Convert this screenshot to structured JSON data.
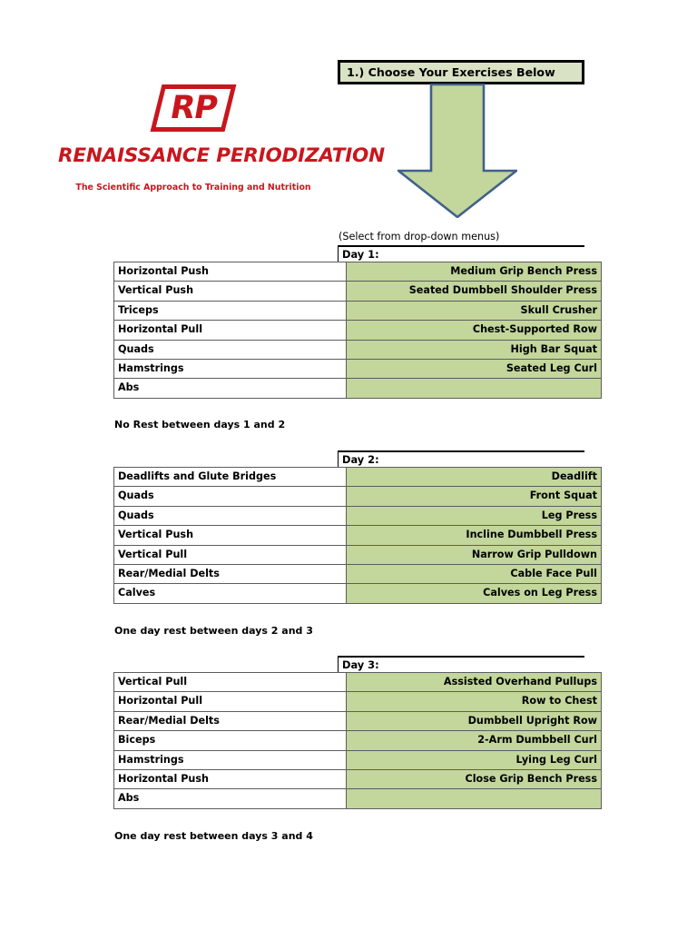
{
  "logo": {
    "mark_text": "RP",
    "wordmark": "RENAISSANCE PERIODIZATION",
    "tagline": "The Scientific Approach to Training and Nutrition",
    "brand_color": "#c9161d"
  },
  "callout": {
    "label": "1.) Choose Your Exercises Below",
    "background_color": "#d9e2c4",
    "border_color": "#000000"
  },
  "arrow": {
    "fill_color": "#c3d69b",
    "stroke_color": "#40618a",
    "direction": "down"
  },
  "hint": {
    "text": "(Select from drop-down menus)"
  },
  "theme": {
    "exercise_cell_color": "#c3d69b",
    "category_cell_color": "#ffffff",
    "grid_line_color": "#5d5d5d",
    "outer_border_color": "#000000"
  },
  "days": [
    {
      "header": "Day 1:",
      "rows": [
        {
          "category": "Horizontal Push",
          "exercise": "Medium Grip Bench Press"
        },
        {
          "category": "Vertical Push",
          "exercise": "Seated Dumbbell Shoulder Press"
        },
        {
          "category": "Triceps",
          "exercise": "Skull Crusher"
        },
        {
          "category": "Horizontal Pull",
          "exercise": "Chest-Supported Row"
        },
        {
          "category": "Quads",
          "exercise": "High Bar Squat"
        },
        {
          "category": "Hamstrings",
          "exercise": "Seated Leg Curl"
        },
        {
          "category": "Abs",
          "exercise": ""
        }
      ]
    },
    {
      "header": "Day 2:",
      "rows": [
        {
          "category": "Deadlifts and Glute Bridges",
          "exercise": "Deadlift"
        },
        {
          "category": "Quads",
          "exercise": "Front Squat"
        },
        {
          "category": "Quads",
          "exercise": "Leg Press"
        },
        {
          "category": "Vertical Push",
          "exercise": "Incline Dumbbell Press"
        },
        {
          "category": "Vertical Pull",
          "exercise": "Narrow Grip Pulldown"
        },
        {
          "category": "Rear/Medial Delts",
          "exercise": "Cable Face Pull"
        },
        {
          "category": "Calves",
          "exercise": "Calves on Leg Press"
        }
      ]
    },
    {
      "header": "Day 3:",
      "rows": [
        {
          "category": "Vertical Pull",
          "exercise": "Assisted Overhand Pullups"
        },
        {
          "category": "Horizontal Pull",
          "exercise": "Row to Chest"
        },
        {
          "category": "Rear/Medial Delts",
          "exercise": "Dumbbell Upright Row"
        },
        {
          "category": "Biceps",
          "exercise": "2-Arm Dumbbell Curl"
        },
        {
          "category": "Hamstrings",
          "exercise": "Lying Leg Curl"
        },
        {
          "category": "Horizontal Push",
          "exercise": "Close Grip Bench Press"
        },
        {
          "category": "Abs",
          "exercise": ""
        }
      ]
    }
  ],
  "rest_notes": [
    "No Rest between days 1 and 2",
    "One day rest between days 2 and 3",
    "One day rest between days 3 and 4"
  ]
}
